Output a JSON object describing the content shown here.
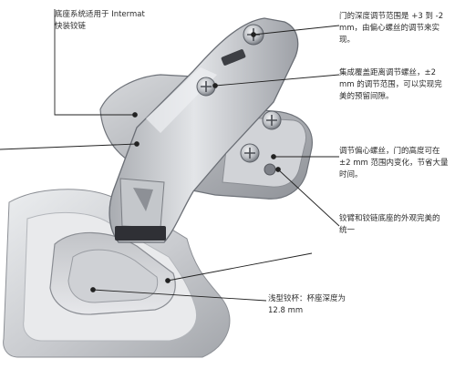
{
  "annotations": {
    "base": "底座系统适用于 Intermat\n快装铰链",
    "depth": "门的深度调节范围是 +3 到 -2\nmm，由偏心螺丝的调节来实\n现。",
    "integrated": "集成覆盖距离调节螺丝，±2\nmm 的调节范围，可以实现完\n美的预留间隙。",
    "eccentric": "调节偏心螺丝，门的高度可在\n±2 mm 范围内变化，节省大量\n时间。",
    "uniform": "铰臂和铰链底座的外观完美的\n统一",
    "cup": "浅型铰杯：杯座深度为\n12.8 mm"
  },
  "colors": {
    "metal_light": "#d9dade",
    "metal_mid": "#b4b6bb",
    "metal_dark": "#7c7f86",
    "leader_line": "#222222"
  }
}
